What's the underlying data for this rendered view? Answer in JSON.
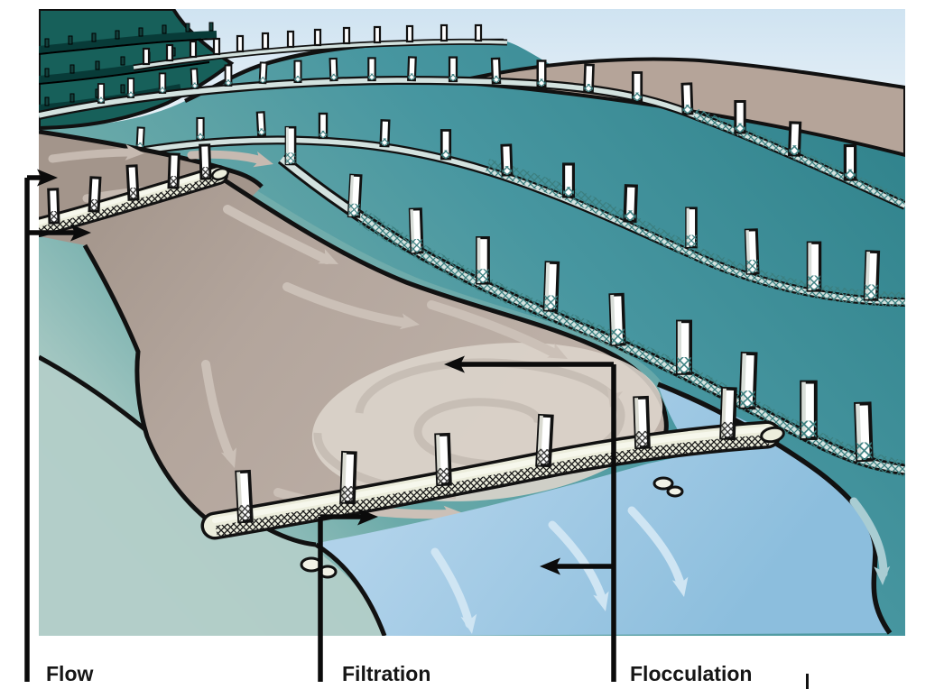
{
  "figure": {
    "type": "illustration-diagram",
    "subject": "sediment-control-terraced-waterway",
    "callouts": [
      {
        "id": "flow",
        "label": "Flow"
      },
      {
        "id": "filtration",
        "label": "Filtration"
      },
      {
        "id": "flocculation",
        "label": "Flocculation"
      }
    ],
    "icons": {
      "black_callout_arrow": "right/left pointing solid triangle arrow",
      "water_flow_arrow": "light curved flow arrow",
      "swirl": "sediment eddy spiral"
    },
    "colors": {
      "sky": "#d5e7f3",
      "teal_slope": "#4796a0",
      "teal_pale": "#bcd4cd",
      "dark_hill": "#17605a",
      "distant_hill_tan": "#b5a499",
      "mud_dark": "#a3958b",
      "mud_pond": "#b7aaa1",
      "swirl_light": "#dcd4cb",
      "water_blue": "#9cc6e2",
      "fence_band": "#d3e2df",
      "tube_cream": "#eceddc",
      "outline": "#111111",
      "callout_line": "#0b0b0b"
    }
  }
}
